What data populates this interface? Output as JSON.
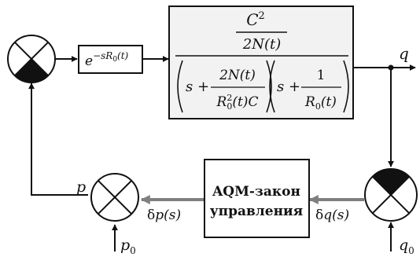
{
  "delay_block": {
    "base": "e",
    "exponent_prefix": "−sR",
    "exponent_subscript": "0",
    "exponent_suffix": "(t)"
  },
  "plant_block": {
    "numerator_top_base": "C",
    "numerator_top_exp": "2",
    "numerator_bottom": "2N(t)",
    "den_factor1_lead": "s +",
    "den_factor1_num": "2N(t)",
    "den_factor1_den_a": "R",
    "den_factor1_den_sup": "2",
    "den_factor1_den_sub": "0",
    "den_factor1_den_b": "(t)C",
    "den_factor2_lead": "s +",
    "den_factor2_num": "1",
    "den_factor2_den_a": "R",
    "den_factor2_den_sub": "0",
    "den_factor2_den_b": "(t)"
  },
  "aqm_block": {
    "line1": "AQM-закон",
    "line2": "управления"
  },
  "signals": {
    "q": "q",
    "p": "p",
    "delta": "δ",
    "dq_var": "q(s)",
    "dp_var": "p(s)",
    "p0_base": "p",
    "p0_sub": "0",
    "q0_base": "q",
    "q0_sub": "0"
  },
  "colors": {
    "plant_fill": "#f2f2f2",
    "stroke": "#111111",
    "arrow_gray": "#7f7f7f"
  }
}
